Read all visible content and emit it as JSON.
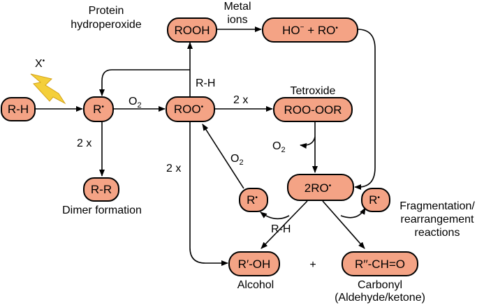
{
  "nodes": {
    "rh": "R-H",
    "r_radical": "R",
    "roo_radical": "ROO",
    "rooh": "ROOH",
    "ho_ro": "HO",
    "ho_ro_plus": " + RO",
    "roo_oor": "ROO-OOR",
    "two_ro": "2RO",
    "r_radical_mid": "R",
    "r_radical_right": "R",
    "rr": "R-R",
    "r_oh": "R′-OH",
    "carbonyl": "R′′-CH=O"
  },
  "labels": {
    "x_radical": "X",
    "o2_main": "O",
    "o2_tetroxide": "O",
    "o2_back": "O",
    "o2_sub": "2",
    "two_x_top": "2 x",
    "two_x_left": "2 x",
    "two_x_mid": "2 x",
    "rh_up": "R-H",
    "rh_down": "R-H",
    "protein_line1": "Protein",
    "protein_line2": "hydroperoxide",
    "metal_line1": "Metal",
    "metal_line2": "ions",
    "tetroxide": "Tetroxide",
    "dimer": "Dimer formation",
    "alcohol": "Alcohol",
    "plus": "+",
    "carbonyl_line1": "Carbonyl",
    "carbonyl_line2": "(Aldehyde/ketone)",
    "frag_line1": "Fragmentation/",
    "frag_line2": "rearrangement",
    "frag_line3": "reactions",
    "dot": "•",
    "minus": "−"
  },
  "colors": {
    "node_fill": "#f4a385",
    "bolt_fill": "#f4cf3a"
  },
  "icons": {
    "bolt": "lightning-bolt-icon"
  }
}
